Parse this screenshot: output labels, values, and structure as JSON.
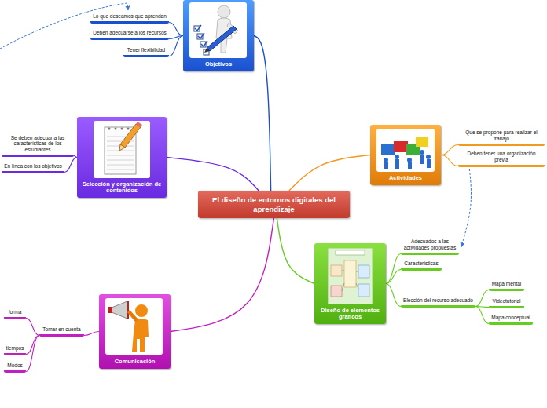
{
  "diagram": {
    "nodes": [
      {
        "text": [
          "El diseño de entornos digitales del aprendizaje"
        ]
      },
      {
        "text": [
          "Objetivos"
        ]
      },
      {
        "text": [
          "Lo que deseamos que aprendan"
        ]
      },
      {
        "text": [
          "Deben adecuarse a los recursos"
        ]
      },
      {
        "text": [
          "Tener flexibilidad"
        ]
      },
      {
        "text": [
          "Selección y organización de contenidos"
        ]
      },
      {
        "text": [
          "Se deben adecuar a las características de los estudiantes"
        ]
      },
      {
        "text": [
          "En línea con los objetivos"
        ]
      },
      {
        "text": [
          "Actividades"
        ]
      },
      {
        "text": [
          "Que se propone para realizar el trabajo"
        ]
      },
      {
        "text": [
          "Deben tener una organización previa"
        ]
      },
      {
        "text": [
          "Diseño de elementos gráficos"
        ]
      },
      {
        "text": [
          "Adecuados a las actividades propuestas"
        ]
      },
      {
        "text": [
          "Características"
        ]
      },
      {
        "text": [
          "Elección del recurso adecuado"
        ]
      },
      {
        "text": [
          "Mapa mental"
        ]
      },
      {
        "text": [
          "Videotutorial"
        ]
      },
      {
        "text": [
          "Mapa conceptual"
        ]
      },
      {
        "text": [
          "Comunicación"
        ]
      },
      {
        "text": [
          "Tomar en cuenta"
        ]
      },
      {
        "text": [
          "forma"
        ]
      },
      {
        "text": [
          "tiempos"
        ]
      },
      {
        "text": [
          "Modos"
        ]
      }
    ],
    "edges": [
      {
        "from": 0,
        "to": 1,
        "arrow": "none"
      },
      {
        "from": 1,
        "to": 2,
        "arrow": "none"
      },
      {
        "from": 1,
        "to": 3,
        "arrow": "none"
      },
      {
        "from": 1,
        "to": 4,
        "arrow": "none"
      },
      {
        "from": 0,
        "to": 5,
        "arrow": "none"
      },
      {
        "from": 5,
        "to": 6,
        "arrow": "none"
      },
      {
        "from": 5,
        "to": 7,
        "arrow": "none"
      },
      {
        "from": 0,
        "to": 8,
        "arrow": "none"
      },
      {
        "from": 8,
        "to": 9,
        "arrow": "none"
      },
      {
        "from": 8,
        "to": 10,
        "arrow": "none"
      },
      {
        "from": 0,
        "to": 11,
        "arrow": "none"
      },
      {
        "from": 11,
        "to": 12,
        "arrow": "none"
      },
      {
        "from": 11,
        "to": 13,
        "arrow": "none"
      },
      {
        "from": 11,
        "to": 14,
        "arrow": "none"
      },
      {
        "from": 14,
        "to": 15,
        "arrow": "none"
      },
      {
        "from": 14,
        "to": 16,
        "arrow": "none"
      },
      {
        "from": 14,
        "to": 17,
        "arrow": "none"
      },
      {
        "from": 0,
        "to": 18,
        "arrow": "none"
      },
      {
        "from": 18,
        "to": 19,
        "arrow": "none"
      },
      {
        "from": 19,
        "to": 20,
        "arrow": "none"
      },
      {
        "from": 19,
        "to": 21,
        "arrow": "none"
      },
      {
        "from": 19,
        "to": 22,
        "arrow": "none"
      },
      {
        "from": 10,
        "to": 12,
        "arrow": "to"
      }
    ]
  }
}
